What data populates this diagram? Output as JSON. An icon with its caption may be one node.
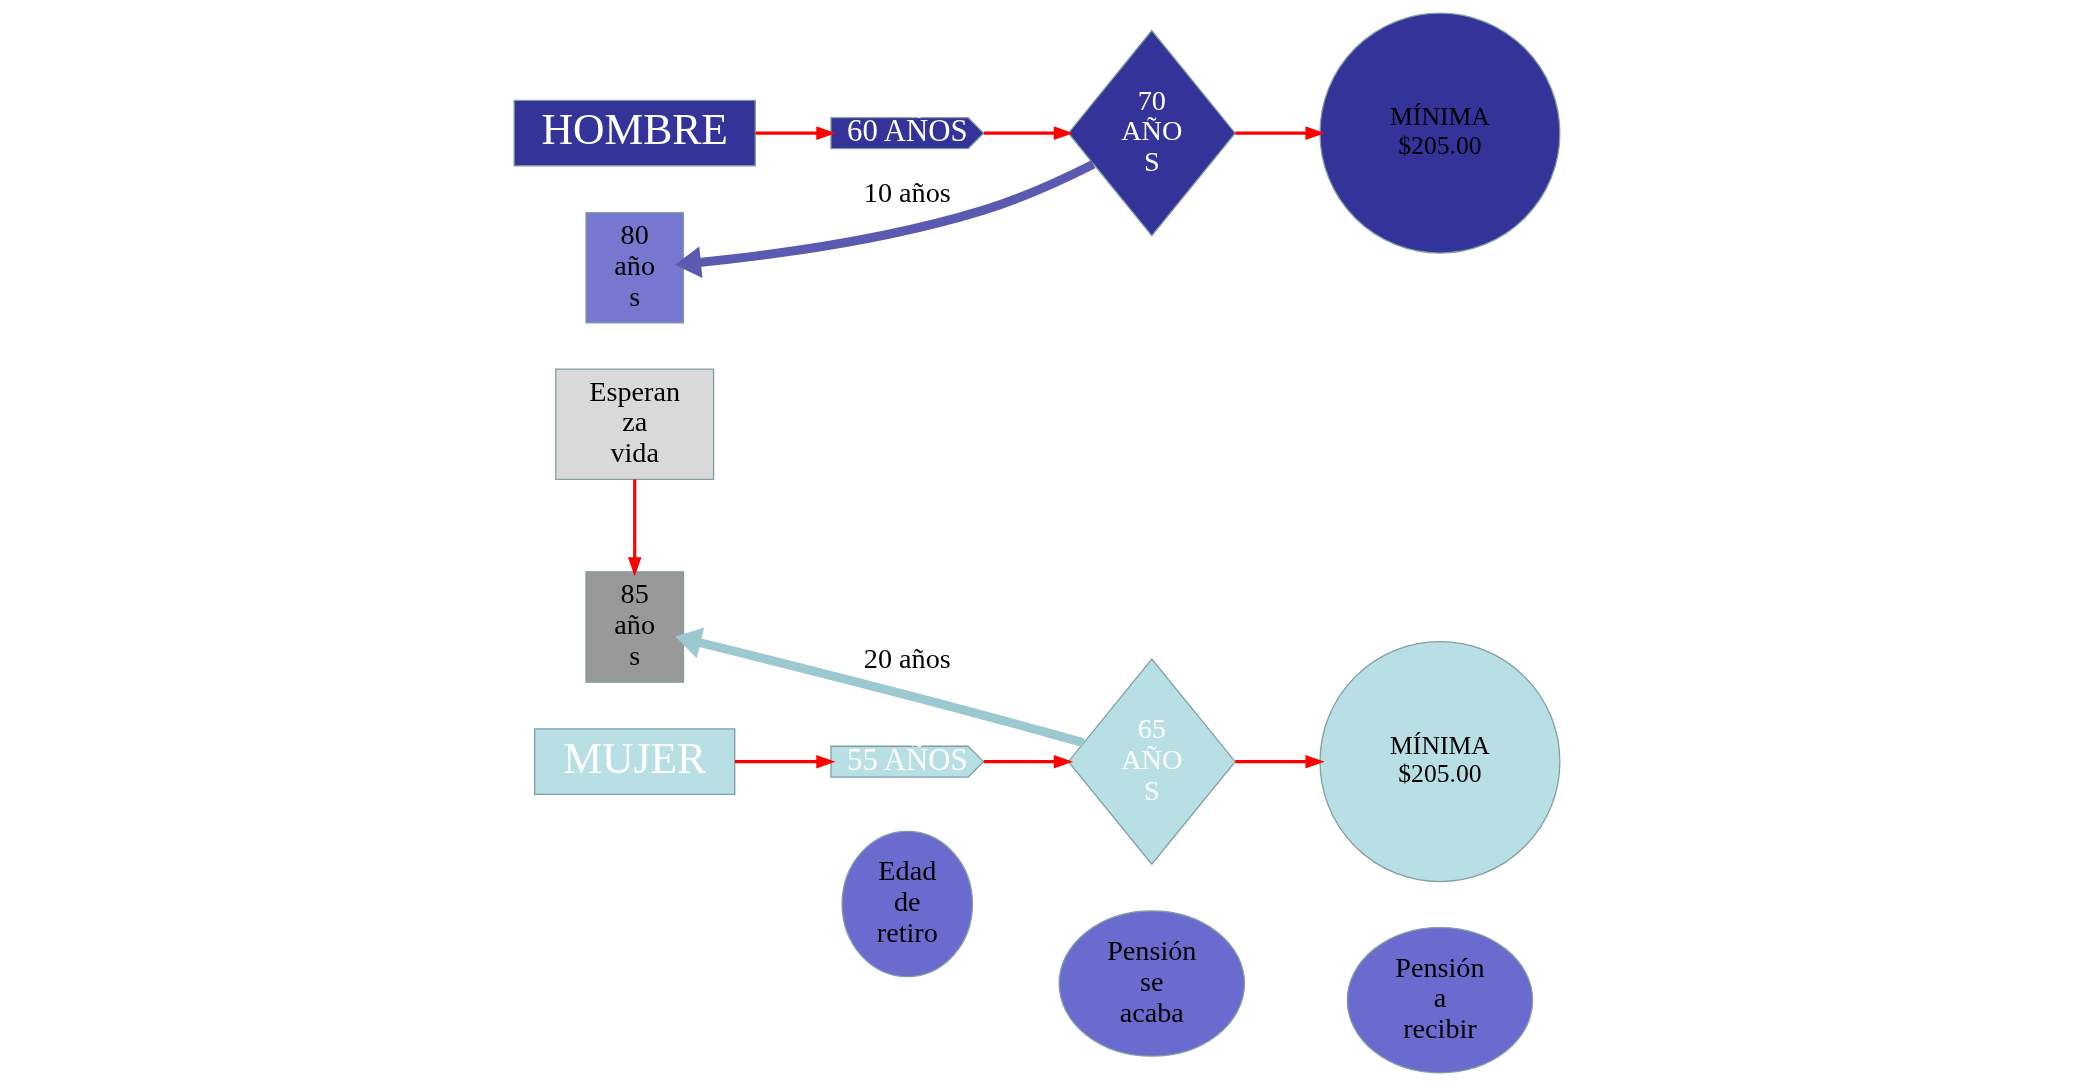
{
  "diagram": {
    "nodes": [
      {
        "text": [
          "Edad de retiro"
        ]
      },
      {
        "text": [
          "Pensión se acaba"
        ]
      },
      {
        "text": [
          "Pensión a recibir"
        ]
      },
      {
        "text": [
          "Esperan za vida"
        ]
      },
      {
        "text": [
          "MUJER"
        ]
      },
      {
        "text": [
          "55 AÑOS"
        ]
      },
      {
        "text": [
          "65 AÑO S"
        ]
      },
      {
        "text": [
          "MÍNIMA $205.00"
        ]
      },
      {
        "text": [
          "85 año s"
        ]
      },
      {
        "text": [
          "HOMBRE"
        ]
      },
      {
        "text": [
          "60 AÑOS"
        ]
      },
      {
        "text": [
          "70 AÑO S"
        ]
      },
      {
        "text": [
          "MÍNIMA $205.00"
        ]
      },
      {
        "text": [
          "80 año s"
        ]
      }
    ],
    "edges": [
      {
        "from": 4,
        "to": 5,
        "arrow": "to"
      },
      {
        "from": 5,
        "to": 6,
        "arrow": "to"
      },
      {
        "from": 6,
        "to": 7,
        "arrow": "to"
      },
      {
        "from": 3,
        "to": 8,
        "arrow": "to"
      },
      {
        "from": 6,
        "to": 8,
        "arrow": "to",
        "label": "20 años",
        "style": "thick",
        "color": "#9cc9cf"
      },
      {
        "from": 9,
        "to": 10,
        "arrow": "to"
      },
      {
        "from": 10,
        "to": 11,
        "arrow": "to"
      },
      {
        "from": 11,
        "to": 12,
        "arrow": "to"
      },
      {
        "from": 11,
        "to": 13,
        "arrow": "to",
        "label": "10 años",
        "style": "thick",
        "color": "#5a5ab0"
      }
    ]
  }
}
